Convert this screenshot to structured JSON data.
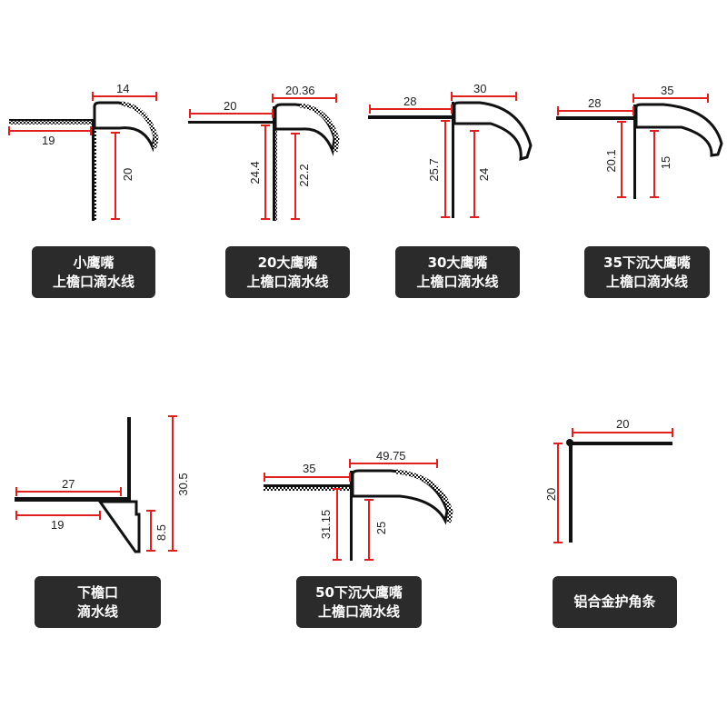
{
  "products": [
    {
      "label_line1": "小鹰嘴",
      "label_line2": "上檐口滴水线",
      "dimensions": [
        "14",
        "19",
        "20"
      ]
    },
    {
      "label_line1": "20大鹰嘴",
      "label_line2": "上檐口滴水线",
      "dimensions": [
        "20",
        "20.36",
        "24.4",
        "22.2"
      ]
    },
    {
      "label_line1": "30大鹰嘴",
      "label_line2": "上檐口滴水线",
      "dimensions": [
        "28",
        "30",
        "25.7",
        "24"
      ]
    },
    {
      "label_line1": "35下沉大鹰嘴",
      "label_line2": "上檐口滴水线",
      "dimensions": [
        "28",
        "35",
        "20.1",
        "15"
      ]
    },
    {
      "label_line1": "下檐口",
      "label_line2": "滴水线",
      "dimensions": [
        "27",
        "19",
        "30.5",
        "8.5"
      ]
    },
    {
      "label_line1": "50下沉大鹰嘴",
      "label_line2": "上檐口滴水线",
      "dimensions": [
        "35",
        "49.75",
        "31.15",
        "25"
      ]
    },
    {
      "label_line1": "铝合金护角条",
      "label_line2": "",
      "dimensions": [
        "20",
        "20"
      ]
    }
  ],
  "colors": {
    "dimension_line": "#e0201e",
    "profile": "#111111",
    "label_bg": "#2b2b2b",
    "label_text": "#ffffff"
  }
}
